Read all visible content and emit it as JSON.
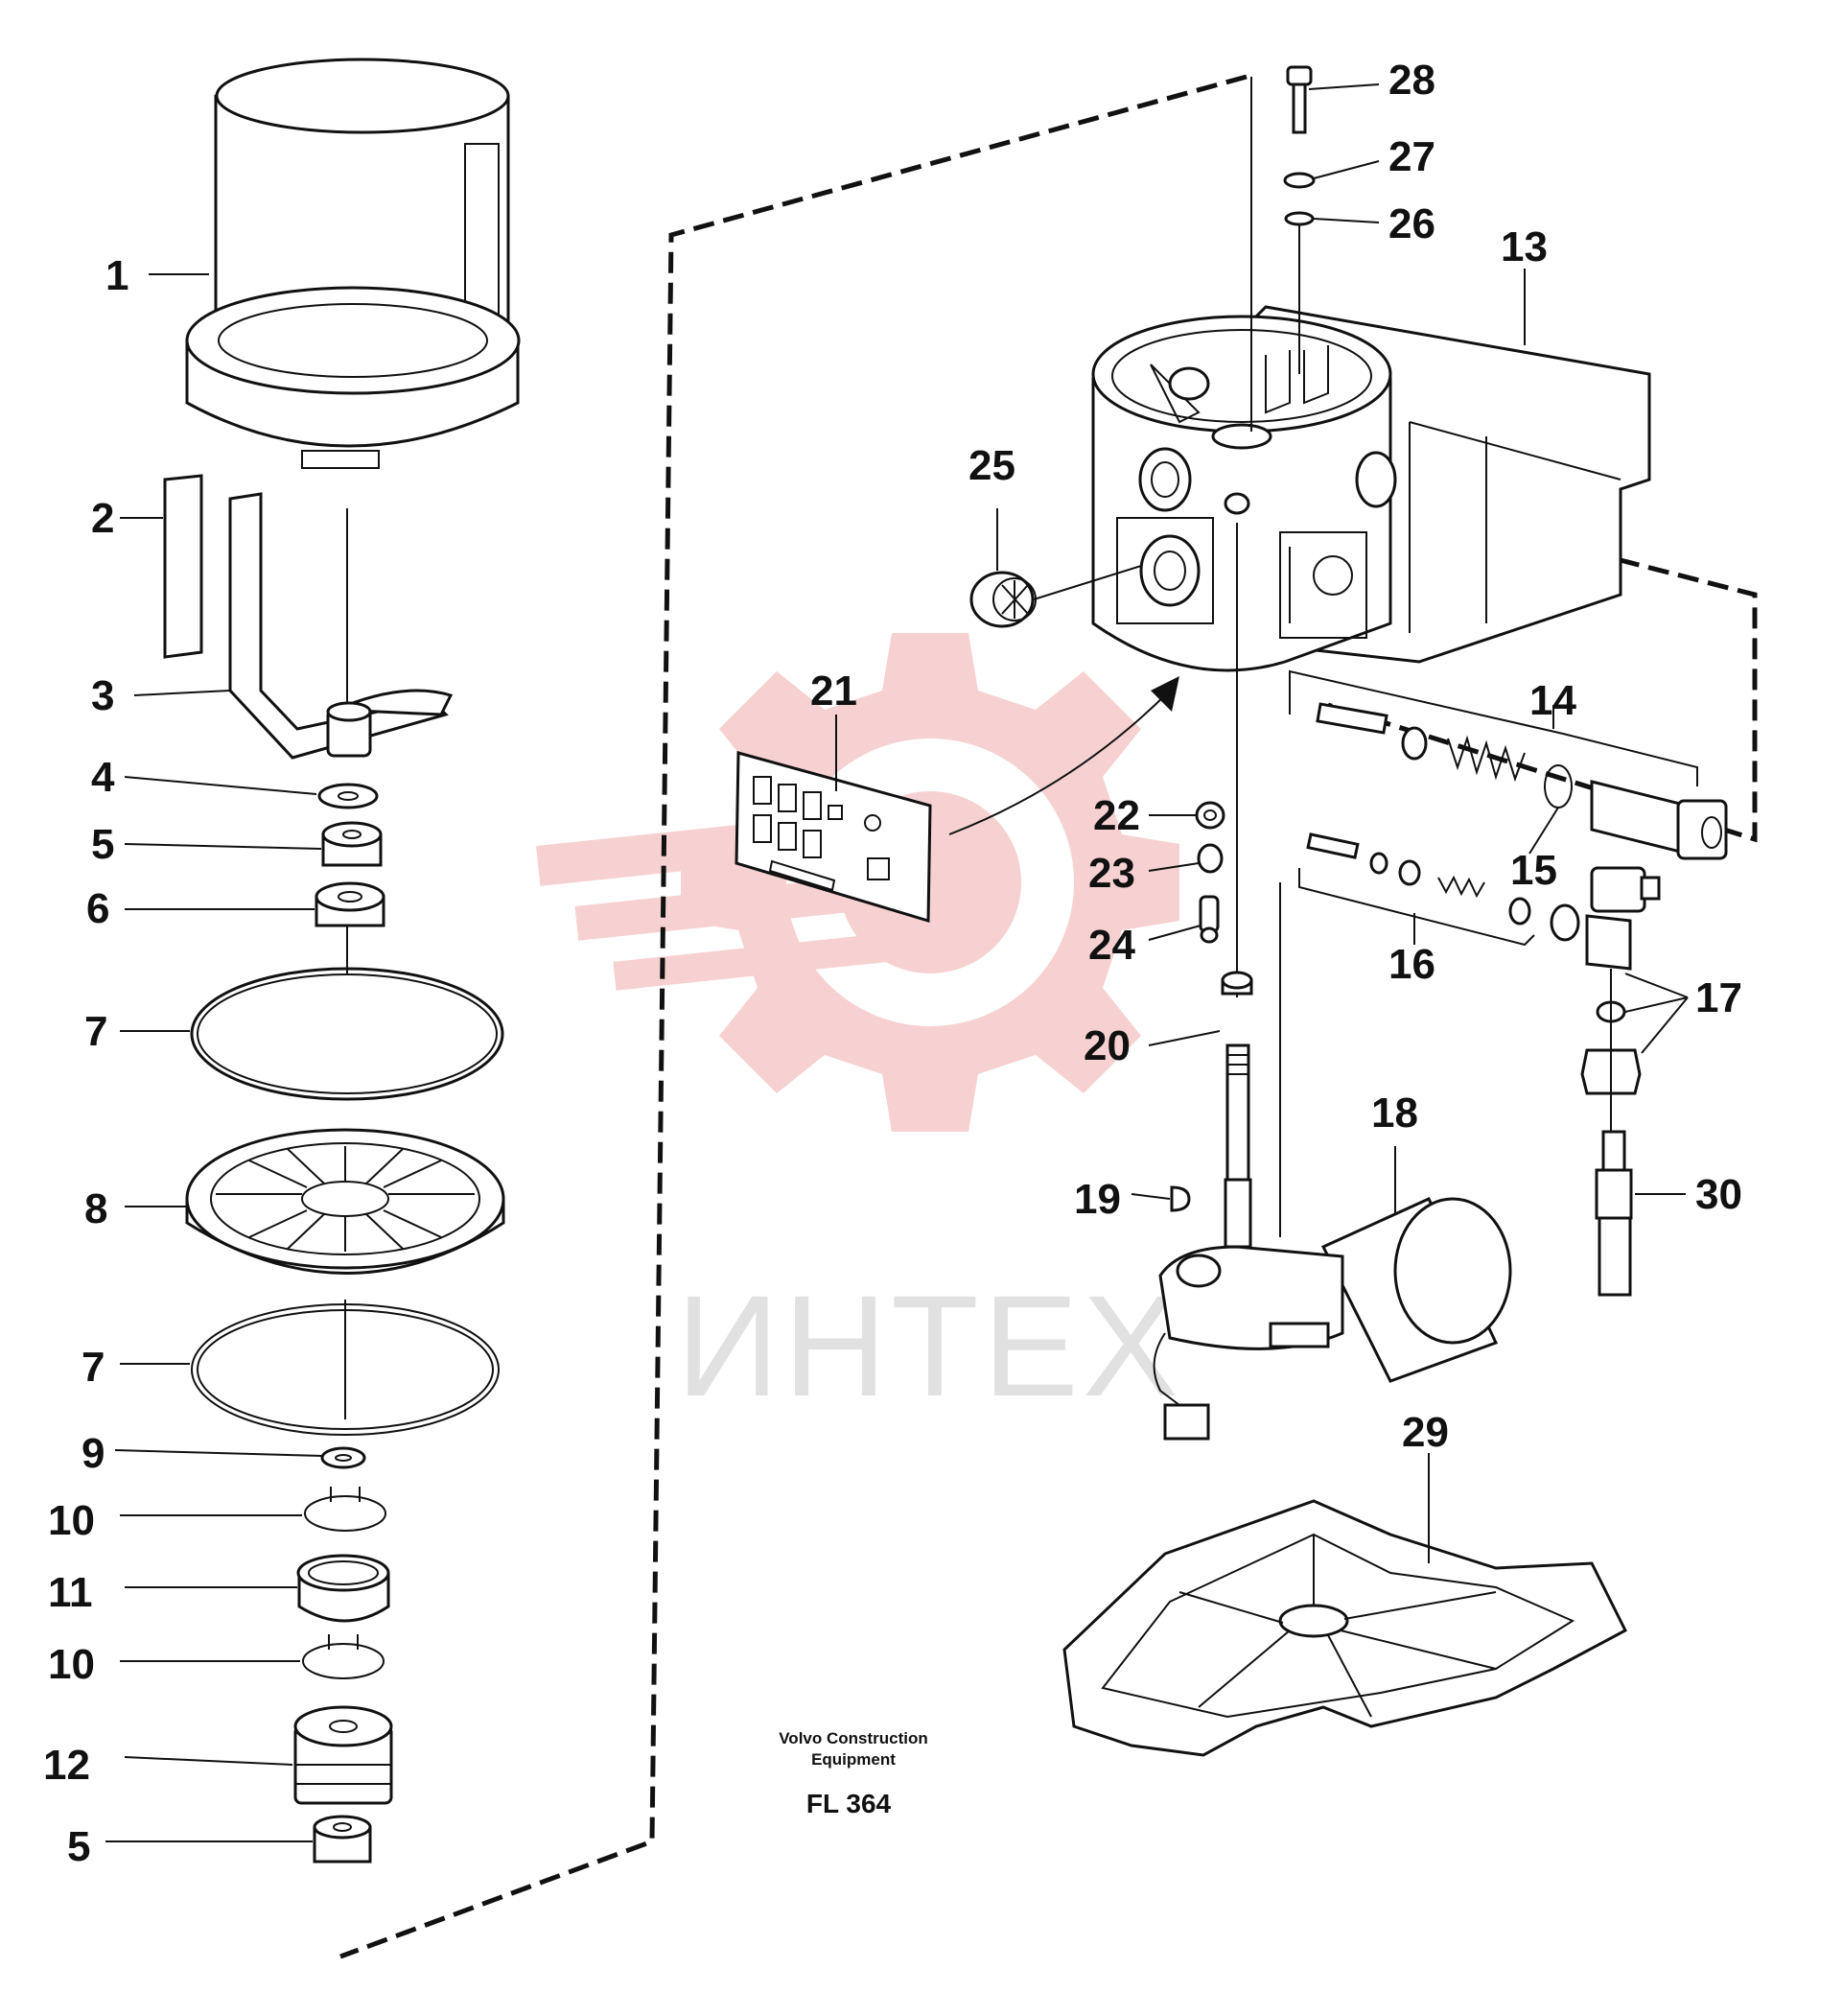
{
  "watermark": {
    "text": "ИНТЕХ",
    "color": "#f6c9c9"
  },
  "credits": {
    "company_line1": "Volvo Construction",
    "company_line2": "Equipment",
    "drawing_code": "FL 364"
  },
  "callouts": [
    {
      "id": "c1",
      "label": "1"
    },
    {
      "id": "c2",
      "label": "2"
    },
    {
      "id": "c3",
      "label": "3"
    },
    {
      "id": "c4",
      "label": "4"
    },
    {
      "id": "c5a",
      "label": "5"
    },
    {
      "id": "c6",
      "label": "6"
    },
    {
      "id": "c7a",
      "label": "7"
    },
    {
      "id": "c8",
      "label": "8"
    },
    {
      "id": "c7b",
      "label": "7"
    },
    {
      "id": "c9",
      "label": "9"
    },
    {
      "id": "c10a",
      "label": "10"
    },
    {
      "id": "c11",
      "label": "11"
    },
    {
      "id": "c10b",
      "label": "10"
    },
    {
      "id": "c12",
      "label": "12"
    },
    {
      "id": "c5b",
      "label": "5"
    },
    {
      "id": "c13",
      "label": "13"
    },
    {
      "id": "c14",
      "label": "14"
    },
    {
      "id": "c15",
      "label": "15"
    },
    {
      "id": "c16",
      "label": "16"
    },
    {
      "id": "c17",
      "label": "17"
    },
    {
      "id": "c18",
      "label": "18"
    },
    {
      "id": "c19",
      "label": "19"
    },
    {
      "id": "c20",
      "label": "20"
    },
    {
      "id": "c21",
      "label": "21"
    },
    {
      "id": "c22",
      "label": "22"
    },
    {
      "id": "c23",
      "label": "23"
    },
    {
      "id": "c24",
      "label": "24"
    },
    {
      "id": "c25",
      "label": "25"
    },
    {
      "id": "c26",
      "label": "26"
    },
    {
      "id": "c27",
      "label": "27"
    },
    {
      "id": "c28",
      "label": "28"
    },
    {
      "id": "c29",
      "label": "29"
    },
    {
      "id": "c30",
      "label": "30"
    }
  ]
}
